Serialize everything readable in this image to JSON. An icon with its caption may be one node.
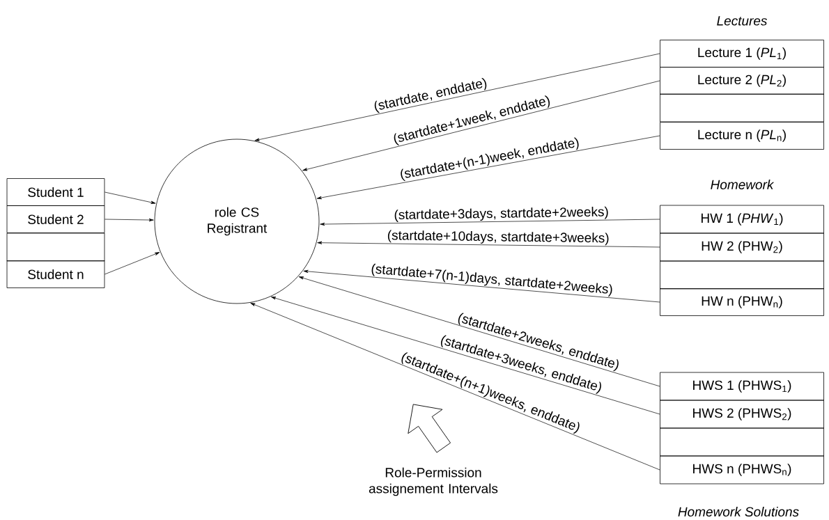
{
  "diagram": {
    "nodes": [
      {
        "text": [
          "Student 1"
        ]
      },
      {
        "text": [
          "Student 2"
        ]
      },
      {
        "text": [],
        "shape": "box"
      },
      {
        "text": [
          "Student n"
        ]
      },
      {
        "text": [
          "role CS Registrant"
        ]
      },
      {
        "text": [
          "Lecture 1 (*PL*$_{1}$)"
        ]
      },
      {
        "text": [
          "Lecture 2 (*PL*$_{2}$)"
        ]
      },
      {
        "text": [],
        "shape": "box"
      },
      {
        "text": [
          "Lecture n (*PL*$_{n}$)"
        ]
      },
      {
        "text": [
          "HW 1 (*PHW*$_{1}$)"
        ]
      },
      {
        "text": [
          "HW 2 (PHW$_{2}$)"
        ]
      },
      {
        "text": [],
        "shape": "box"
      },
      {
        "text": [
          "HW n (PHW$_{n}$)"
        ]
      },
      {
        "text": [
          "HWS 1 (PHWS$_{1}$)"
        ]
      },
      {
        "text": [
          "HWS 2 (PHWS$_{2}$)"
        ]
      },
      {
        "text": [],
        "shape": "box"
      },
      {
        "text": [
          "HWS n (PHWS$_{n}$)"
        ]
      }
    ],
    "edges": [
      {
        "from": 0,
        "to": 4,
        "arrow": "to"
      },
      {
        "from": 1,
        "to": 4,
        "arrow": "to"
      },
      {
        "from": 3,
        "to": 4,
        "arrow": "to"
      },
      {
        "from": 5,
        "to": 4,
        "arrow": "to",
        "label": "(startdate, enddate)"
      },
      {
        "from": 6,
        "to": 4,
        "arrow": "to",
        "label": "(startdate+1week, enddate)"
      },
      {
        "from": 8,
        "to": 4,
        "arrow": "to",
        "label": "(startdate+(n-1)week, enddate)"
      },
      {
        "from": 9,
        "to": 4,
        "arrow": "to",
        "label": "(startdate+3days, startdate+2weeks)"
      },
      {
        "from": 10,
        "to": 4,
        "arrow": "to",
        "label": "(startdate+10days, startdate+3weeks)"
      },
      {
        "from": 12,
        "to": 4,
        "arrow": "to",
        "label": "(startdate+7(n-1)days, startdate+2weeks)"
      },
      {
        "from": 13,
        "to": 4,
        "arrow": "to",
        "label": "(startdate+2weeks, enddate)"
      },
      {
        "from": 14,
        "to": 4,
        "arrow": "to",
        "label": "(startdate+3weeks, enddate)"
      },
      {
        "from": 16,
        "to": 4,
        "arrow": "to",
        "label": "(startdate+(n+1)weeks, enddate)"
      }
    ],
    "labels": [
      "Lectures",
      "Homework",
      "Homework Solutions",
      "Role-Permission assignement Intervals"
    ]
  }
}
